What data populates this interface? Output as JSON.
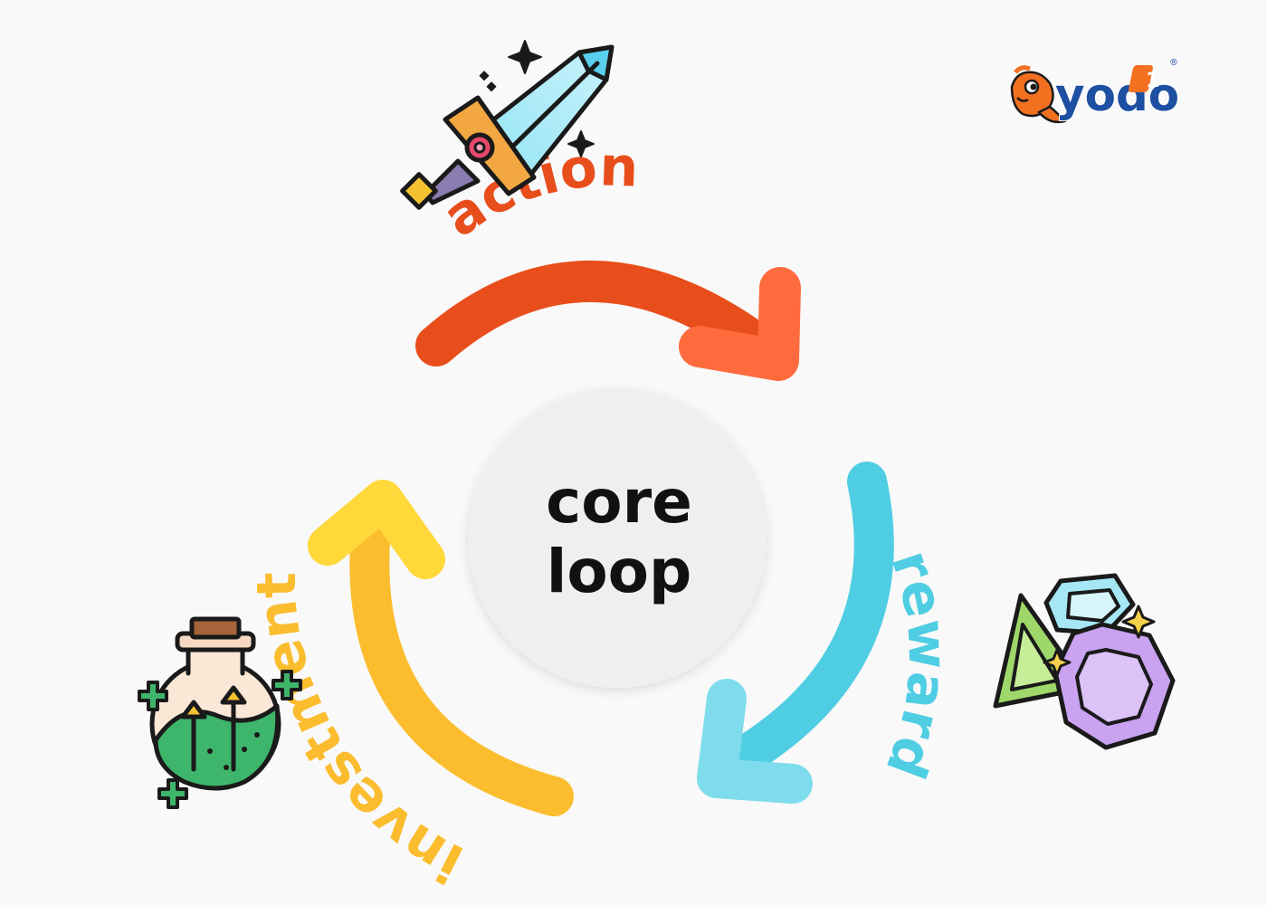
{
  "center": {
    "line1": "core",
    "line2": "loop"
  },
  "stages": [
    {
      "name": "action",
      "color": "#e84e1b",
      "head_color": "#ff6b3d",
      "icon": "sword-icon"
    },
    {
      "name": "reward",
      "color": "#4fcde3",
      "head_color": "#7fdcec",
      "icon": "gems-icon"
    },
    {
      "name": "investment",
      "color": "#fbbd2e",
      "head_color": "#ffd83a",
      "icon": "potion-icon"
    }
  ],
  "logo": {
    "text": "yodo",
    "badge": "1",
    "trademark": "®",
    "icon": "goldfish-icon"
  },
  "colors": {
    "background": "#f9f9f9",
    "center_circle": "#efefef",
    "center_text": "#111111",
    "logo_blue": "#1d4fa3"
  }
}
